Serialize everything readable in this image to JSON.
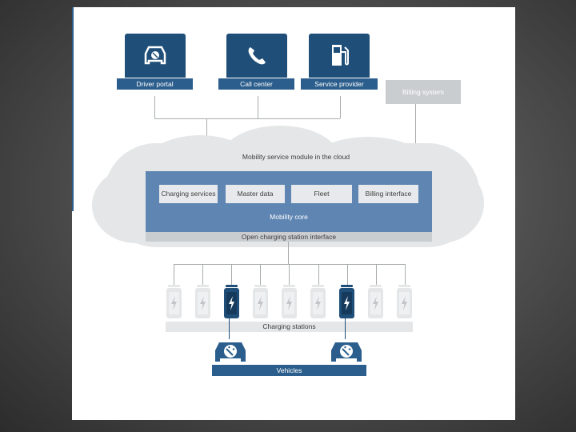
{
  "top_systems": [
    {
      "label": "Driver portal",
      "icon": "car-charging-icon"
    },
    {
      "label": "Call center",
      "icon": "phone-icon"
    },
    {
      "label": "Service provider",
      "icon": "fuel-pump-icon"
    }
  ],
  "billing_system": {
    "label": "Billing system"
  },
  "cloud": {
    "title": "Mobility service module in the cloud"
  },
  "core": {
    "label": "Mobility core",
    "modules": [
      "Charging services",
      "Master data",
      "Fleet",
      "Billing interface"
    ]
  },
  "interface": {
    "label": "Open charging station interface"
  },
  "stations": {
    "label": "Charging stations",
    "active_indices": [
      2,
      6
    ],
    "count": 9
  },
  "vehicles": {
    "label": "Vehicles"
  },
  "colors": {
    "dark_blue": "#1f4e79",
    "mid_blue": "#2b5e8c",
    "core_blue": "#5f86b2",
    "light_gray": "#e4e6e8",
    "mid_gray": "#c9cdd0"
  }
}
